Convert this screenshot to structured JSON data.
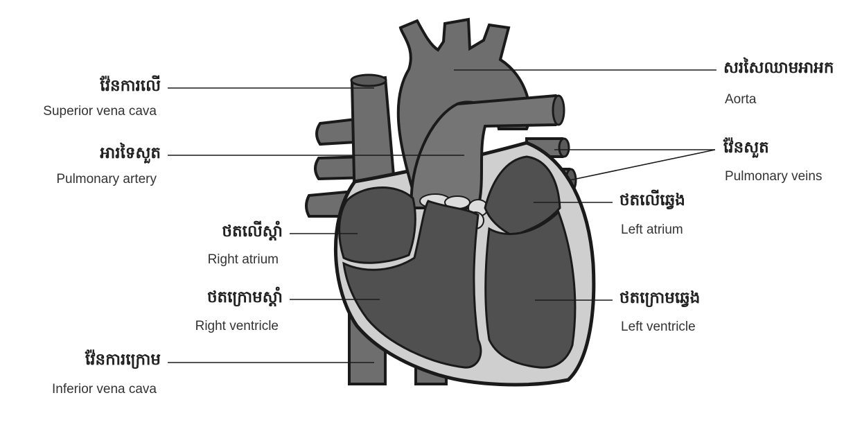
{
  "colors": {
    "outline": "#1a1a1a",
    "vessel": "#6e6e6e",
    "vessel_dark": "#5a5a5a",
    "chamber": "#505050",
    "heart_wall": "#cfcfcf",
    "text": "#222222"
  },
  "labels": {
    "superior_vena_cava": {
      "km": "វ៉ែនការលើ",
      "en": "Superior vena cava"
    },
    "pulmonary_artery": {
      "km": "អារទៃសួត",
      "en": "Pulmonary artery"
    },
    "right_atrium": {
      "km": "ថតលើស្តាំ",
      "en": "Right atrium"
    },
    "right_ventricle": {
      "km": "ថតក្រោមស្តាំ",
      "en": "Right ventricle"
    },
    "inferior_vena_cava": {
      "km": "វ៉ែនការក្រោម",
      "en": "Inferior vena cava"
    },
    "aorta": {
      "km": "សរសៃឈាមអាអក",
      "en": "Aorta"
    },
    "pulmonary_veins": {
      "km": "វ៉ែនសួត",
      "en": "Pulmonary veins"
    },
    "left_atrium": {
      "km": "ថតលើឆ្វេង",
      "en": "Left atrium"
    },
    "left_ventricle": {
      "km": "ថតក្រោមឆ្វេង",
      "en": "Left ventricle"
    }
  }
}
